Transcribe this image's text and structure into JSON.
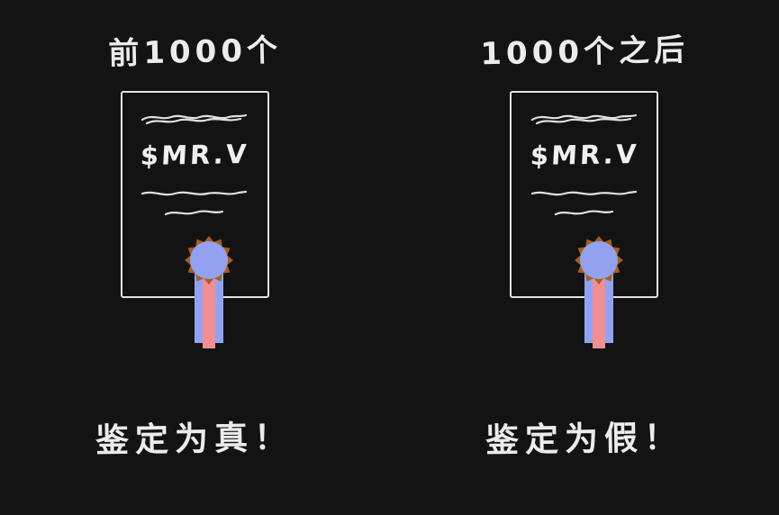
{
  "background": "#131313",
  "text_color": "#ececec",
  "panels": [
    {
      "title": "前1000个",
      "ticker": "$MR.V",
      "caption": "鉴定为真！"
    },
    {
      "title": "1000个之后",
      "ticker": "$MR.V",
      "caption": "鉴定为假！"
    }
  ],
  "seal": {
    "spike_color": "#a55e1f",
    "disc_color": "#93a2f0",
    "ribbon_side_color": "#93a2f0",
    "ribbon_center_color": "#f08e93"
  },
  "line_color": "#e0e0e0",
  "certificate_border_color": "#e3e3e3"
}
